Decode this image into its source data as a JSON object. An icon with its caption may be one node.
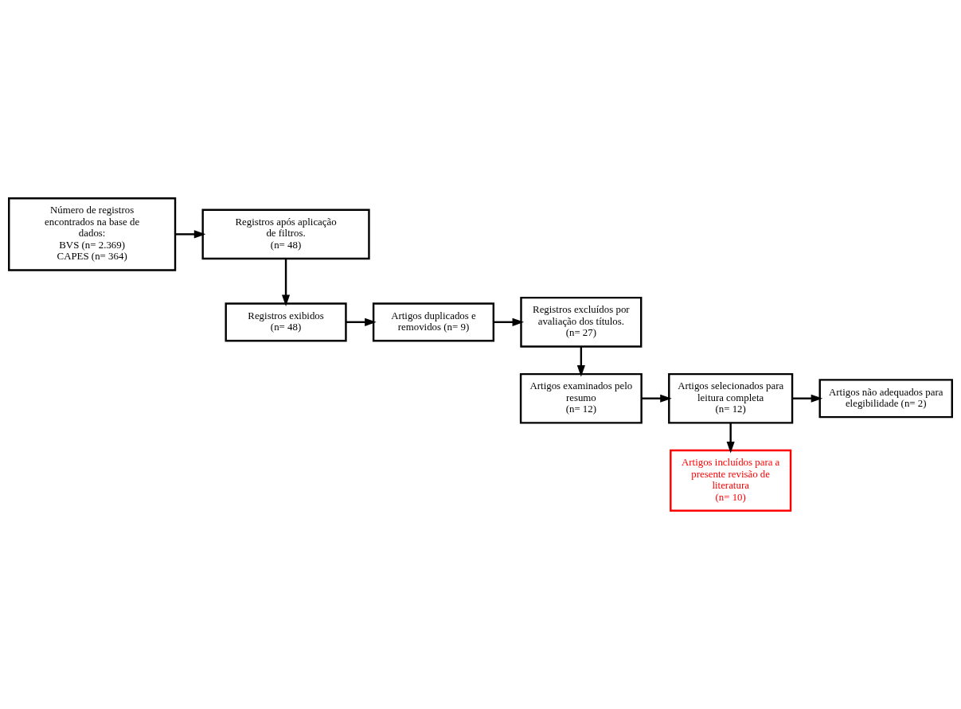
{
  "diagram": {
    "nodes": [
      {
        "text": [
          "Número de registros encontrados na base de dados:",
          "BVS (n= 2.369)",
          "CAPES (n= 364)"
        ]
      },
      {
        "text": [
          "Registros após aplicação de filtros.",
          "(n= 48)"
        ]
      },
      {
        "text": [
          "Registros exibidos",
          "(n= 48)"
        ]
      },
      {
        "text": [
          "Artigos duplicados e removidos (n= 9)"
        ]
      },
      {
        "text": [
          "Registros excluídos por avaliação dos títulos.",
          "(n= 27)"
        ]
      },
      {
        "text": [
          "Artigos examinados pelo resumo",
          "(n= 12)"
        ]
      },
      {
        "text": [
          "Artigos selecionados para leitura completa",
          "(n= 12)"
        ]
      },
      {
        "text": [
          "Artigos não adequados para elegibilidade (n= 2)"
        ]
      },
      {
        "text": [
          "Artigos incluídos para a presente revisão de literatura",
          "(n= 10)"
        ]
      }
    ],
    "edges": [
      {
        "from": 0,
        "to": 1,
        "arrow": "to"
      },
      {
        "from": 1,
        "to": 2,
        "arrow": "to"
      },
      {
        "from": 2,
        "to": 3,
        "arrow": "to"
      },
      {
        "from": 3,
        "to": 4,
        "arrow": "to"
      },
      {
        "from": 4,
        "to": 5,
        "arrow": "to"
      },
      {
        "from": 5,
        "to": 6,
        "arrow": "to"
      },
      {
        "from": 6,
        "to": 7,
        "arrow": "to"
      },
      {
        "from": 6,
        "to": 8,
        "arrow": "to"
      }
    ]
  }
}
